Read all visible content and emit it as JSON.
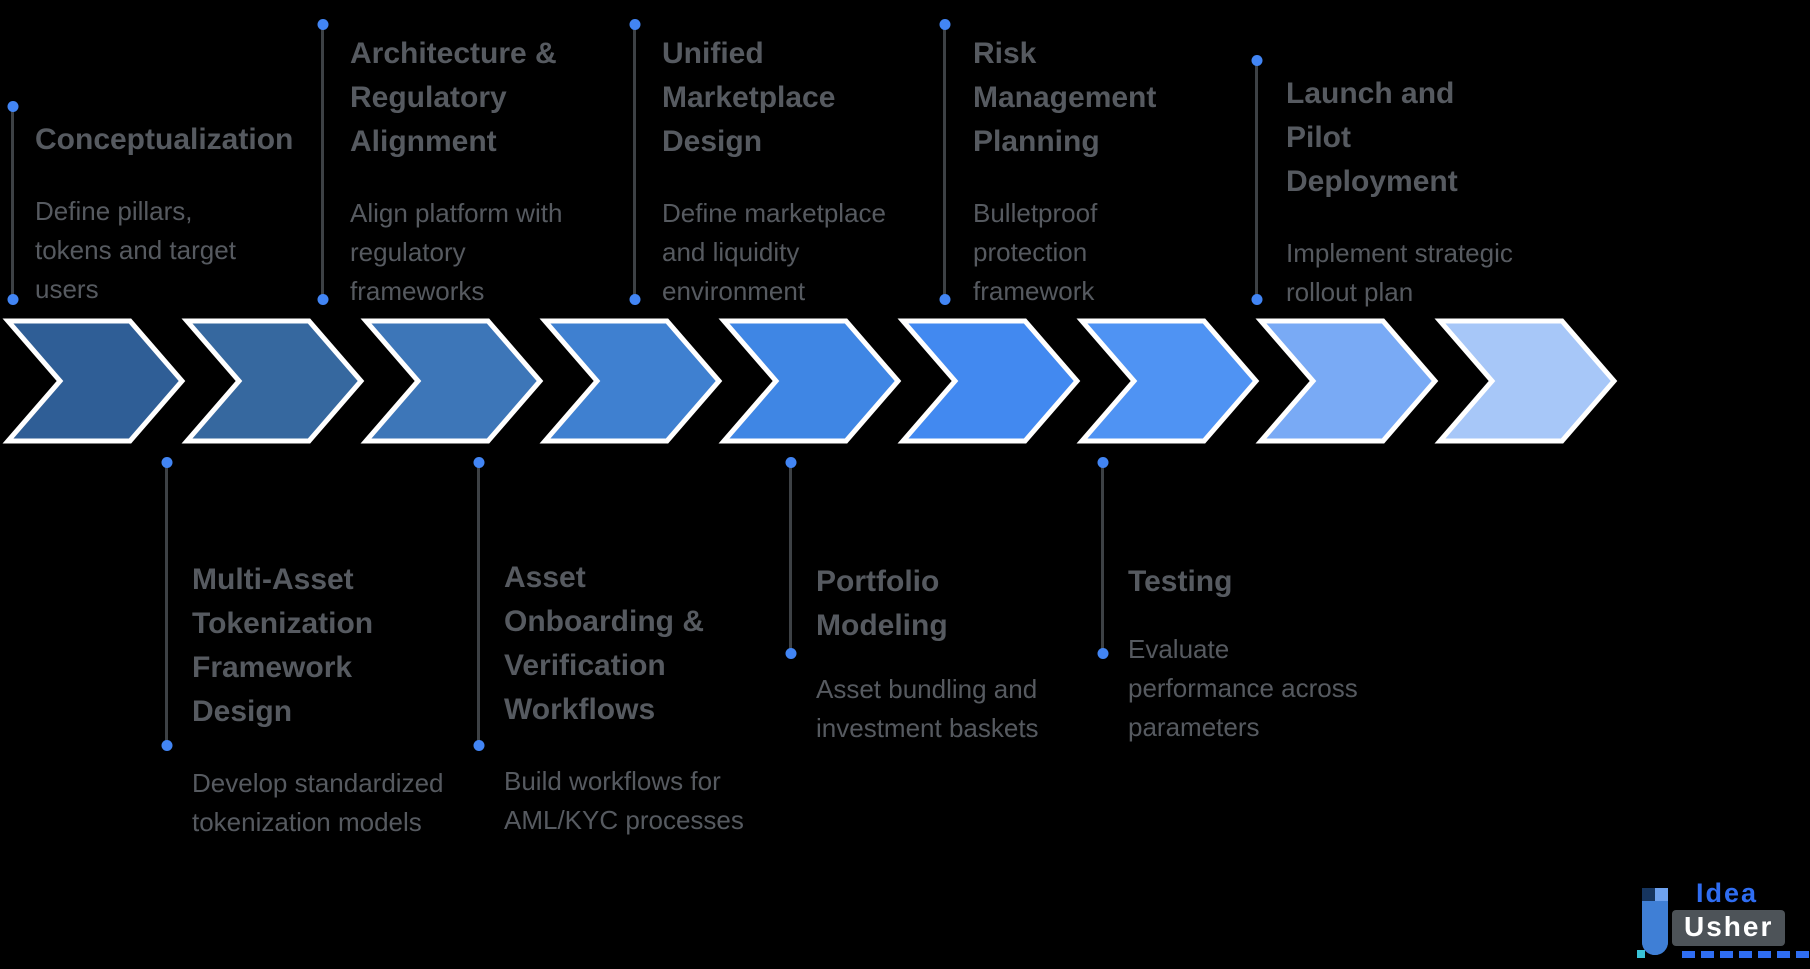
{
  "colors": {
    "background": "#000000",
    "text": "#565a60",
    "dot": "#4285f4",
    "stem": "#3d4145",
    "chevron_outline": "#ffffff"
  },
  "phases_top": [
    {
      "title": "Conceptualization",
      "body": "Define pillars, tokens and target users"
    },
    {
      "title": "Architecture & Regulatory Alignment",
      "body": "Align platform with regulatory frameworks"
    },
    {
      "title": "Unified Marketplace Design",
      "body": "Define marketplace and liquidity environment"
    },
    {
      "title": "Risk Management Planning",
      "body": "Bulletproof protection framework"
    },
    {
      "title": "Launch and Pilot Deployment",
      "body": "Implement strategic rollout plan"
    }
  ],
  "phases_bottom": [
    {
      "title": "Multi-Asset Tokenization Framework Design",
      "body": "Develop standardized tokenization models"
    },
    {
      "title": "Asset Onboarding & Verification Workflows",
      "body": "Build workflows for AML/KYC processes"
    },
    {
      "title": "Portfolio Modeling",
      "body": "Asset bundling and investment baskets"
    },
    {
      "title": "Testing",
      "body": "Evaluate performance across parameters"
    }
  ],
  "chevrons": {
    "count": 9,
    "colors": [
      "#2f5e96",
      "#36689f",
      "#3d76b8",
      "#3f80d0",
      "#3f86e4",
      "#4289f0",
      "#4f93f3",
      "#79aaf5",
      "#a7c7f8"
    ]
  },
  "logo": {
    "brand_top": "Idea",
    "brand_bottom": "Usher"
  }
}
